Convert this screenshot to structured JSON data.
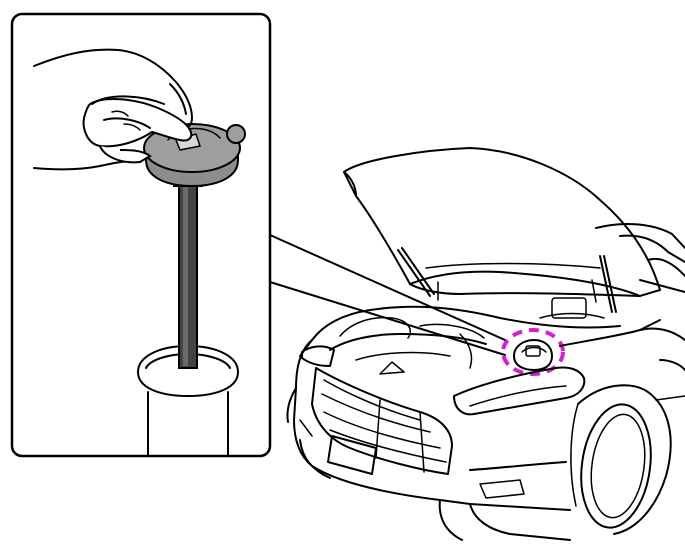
{
  "illustration": {
    "inset_panel": "washer-fluid-cap-with-level-gauge",
    "main_view": "car-front-with-hood-open",
    "highlight": {
      "target": "washer-fluid-reservoir-cap",
      "color": "#d41fd4",
      "style": "dashed-circle"
    },
    "colors": {
      "line": "#000000",
      "cap_fill": "#9a9a9a",
      "gauge_rod": "#444444",
      "background": "#ffffff"
    }
  }
}
